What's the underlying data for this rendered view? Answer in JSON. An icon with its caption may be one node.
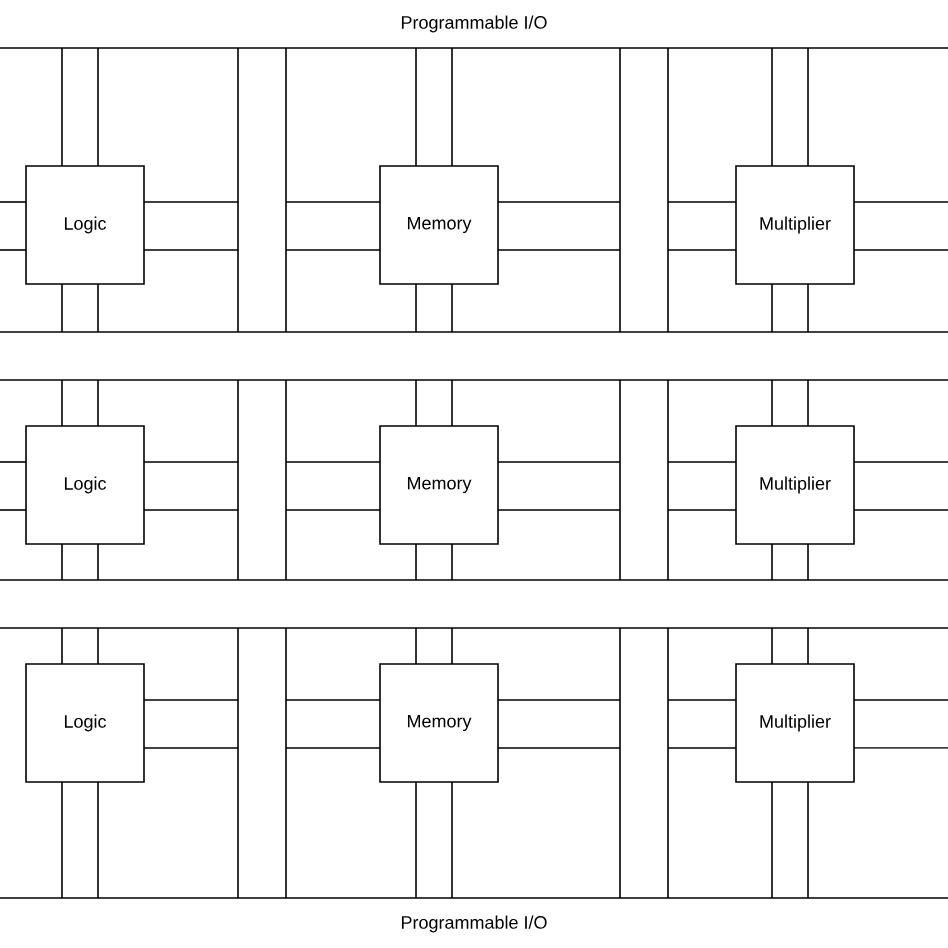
{
  "diagram": {
    "nodes": [
      {
        "text": [
          "Logic"
        ]
      },
      {
        "text": [
          "Memory"
        ]
      },
      {
        "text": [
          "Multiplier"
        ]
      },
      {
        "text": [
          "Logic"
        ]
      },
      {
        "text": [
          "Memory"
        ]
      },
      {
        "text": [
          "Multiplier"
        ]
      },
      {
        "text": [
          "Logic"
        ]
      },
      {
        "text": [
          "Memory"
        ]
      },
      {
        "text": [
          "Multiplier"
        ]
      }
    ],
    "labels": [
      "Programmable I/O",
      "Programmable I/O"
    ]
  }
}
